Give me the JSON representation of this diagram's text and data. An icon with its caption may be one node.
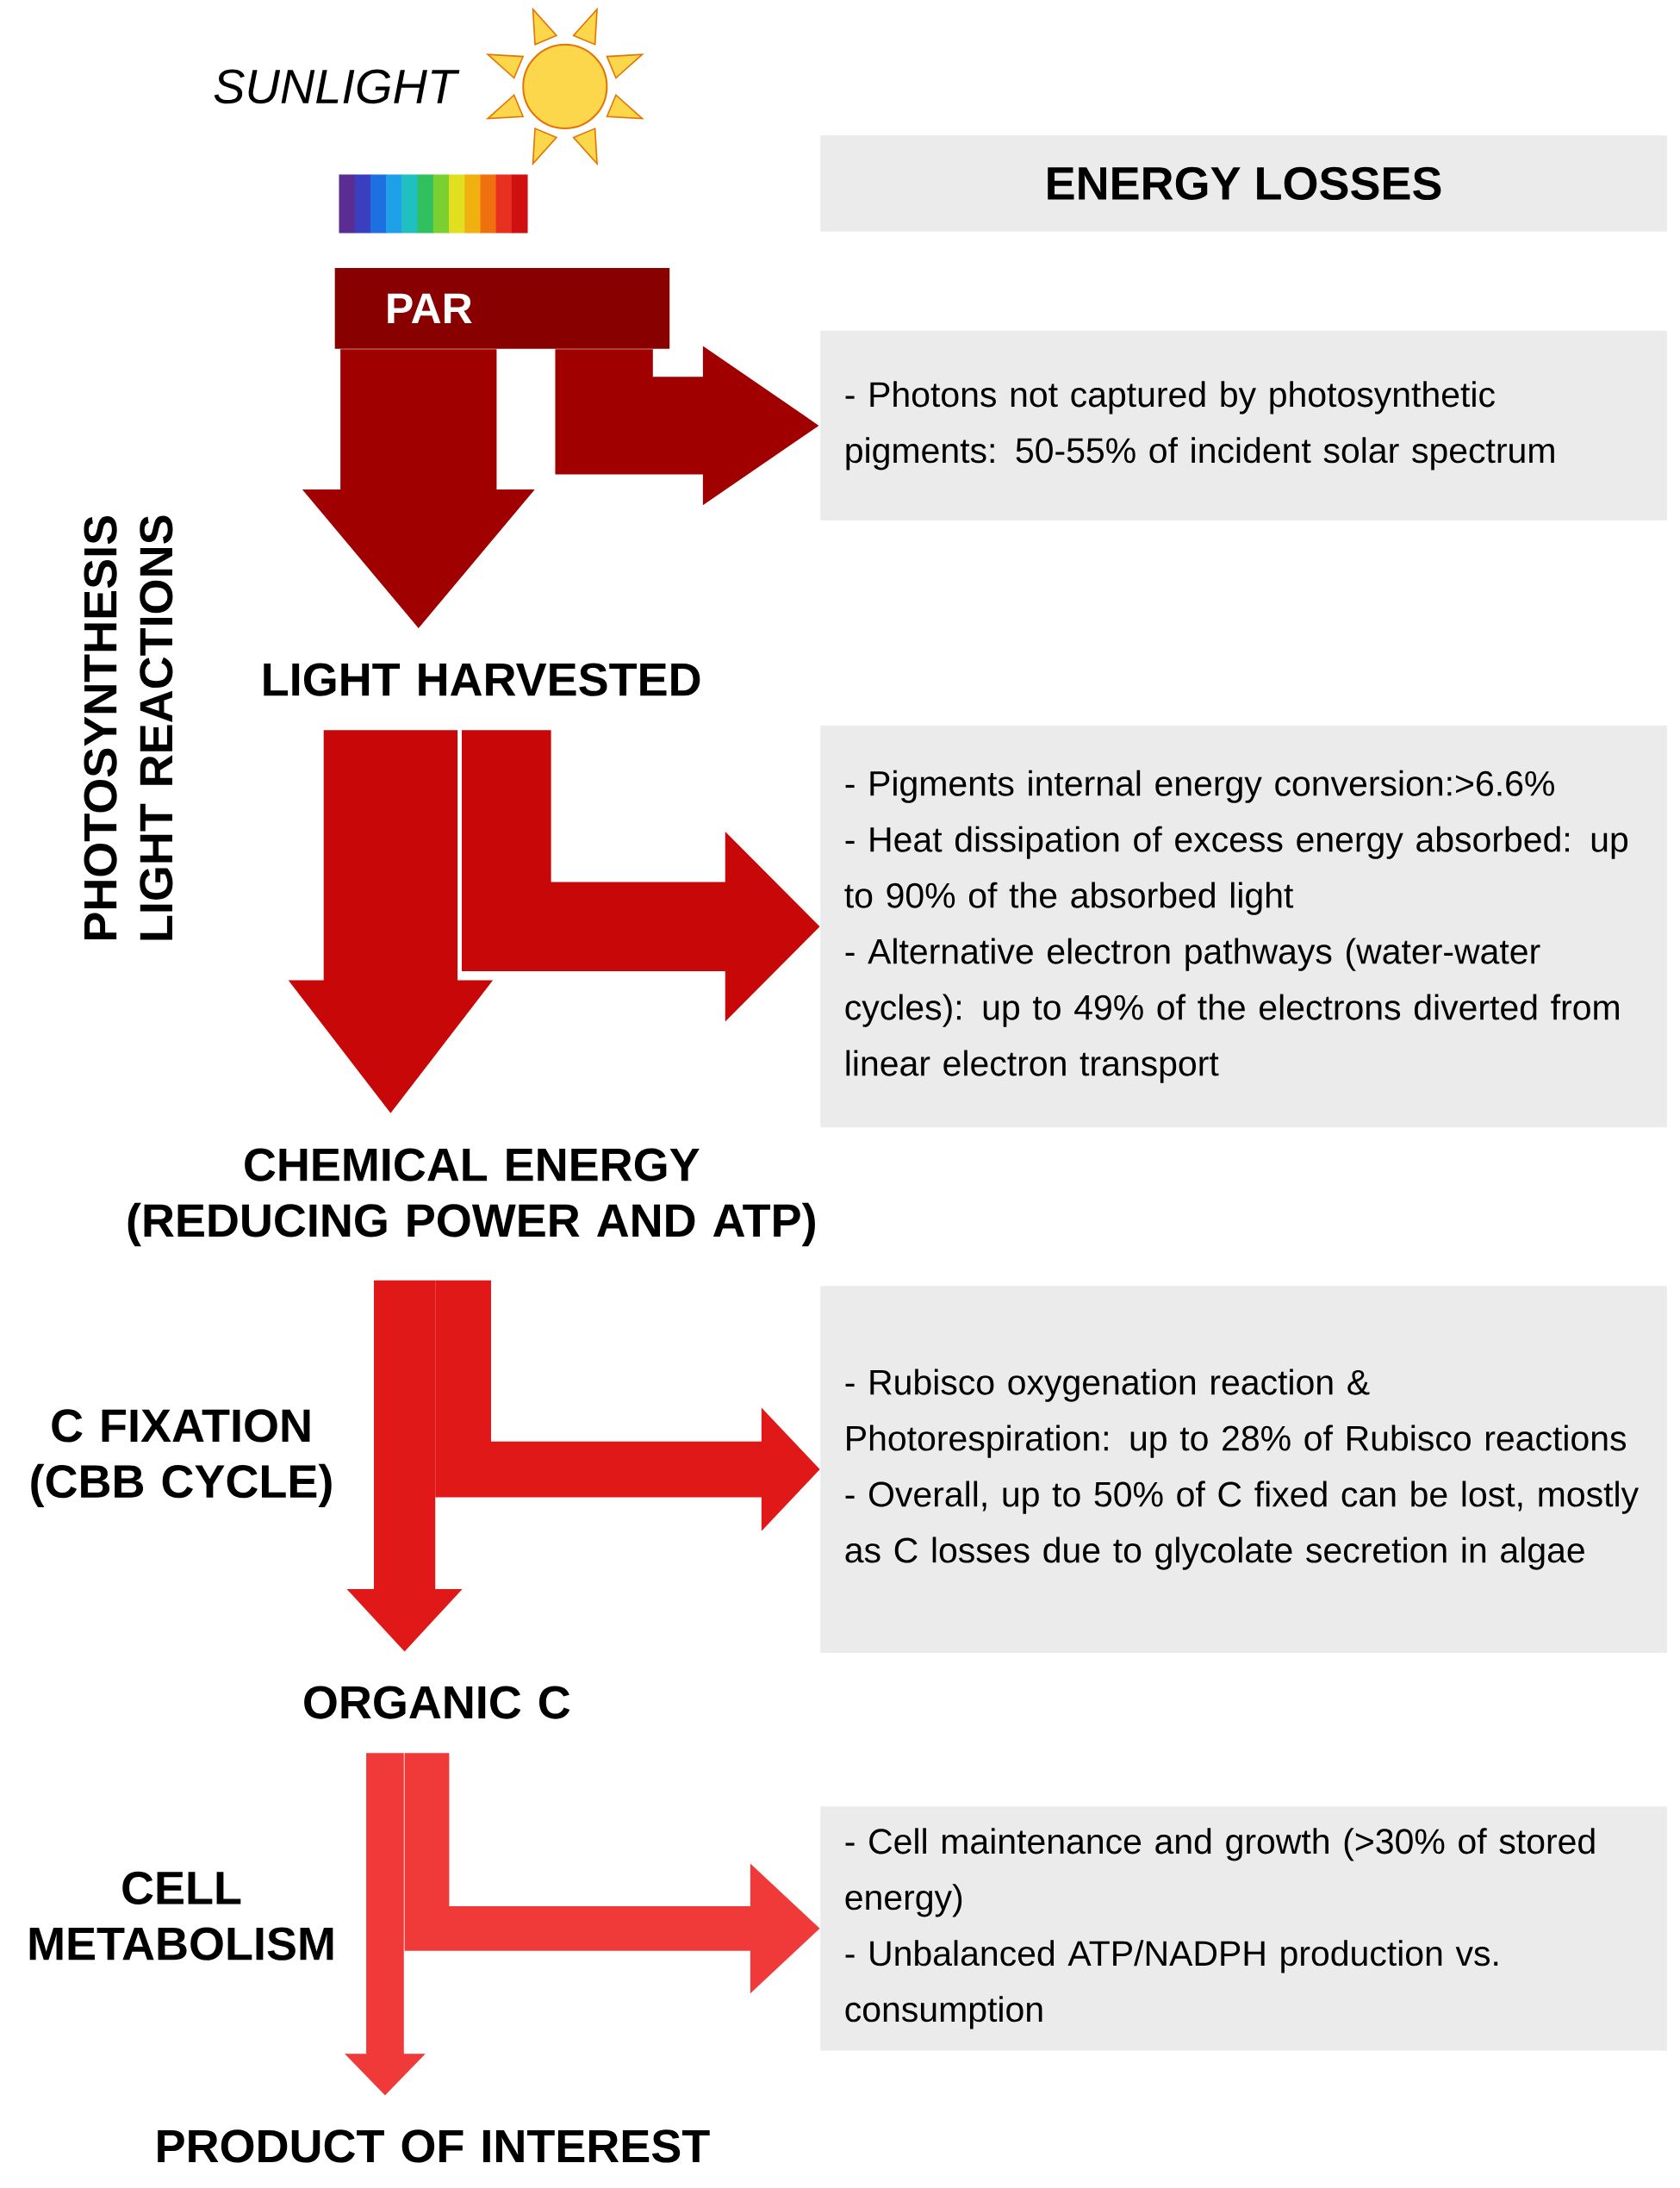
{
  "diagram": {
    "nodes": [
      {
        "text": [
          "ENERGY LOSSES"
        ]
      },
      {
        "text": [
          "PAR"
        ]
      },
      {
        "text": [
          "- Photons not captured by photosynthetic pigments: 50-55% of incident solar spectrum"
        ]
      },
      {
        "text": [
          "LIGHT HARVESTED"
        ]
      },
      {
        "text": [
          "- Pigments internal energy conversion:>6.6%",
          "- Heat dissipation of excess energy absorbed: up to 90% of the absorbed light",
          "- Alternative electron pathways (water-water cycles): up to 49% of the electrons diverted from linear electron transport"
        ]
      },
      {
        "text": [
          "CHEMICAL ENERGY (REDUCING POWER AND ATP)"
        ]
      },
      {
        "text": [
          "- Rubisco oxygenation reaction & Photorespiration: up to 28% of Rubisco reactions",
          "- Overall, up to 50% of C fixed can be lost, mostly as C losses due to glycolate secretion in algae"
        ]
      },
      {
        "text": [
          "ORGANIC C"
        ]
      },
      {
        "text": [
          "- Cell maintenance and growth (>30% of stored energy)",
          "- Unbalanced ATP/NADPH production vs. consumption"
        ]
      },
      {
        "text": [
          "PRODUCT OF INTEREST"
        ]
      }
    ],
    "edges": [
      {
        "from": 1,
        "to": 3,
        "arrow": "to",
        "style": "thick",
        "color": "#a00000"
      },
      {
        "from": 1,
        "to": 2,
        "arrow": "to",
        "color": "#a00000"
      },
      {
        "from": 3,
        "to": 5,
        "arrow": "to",
        "style": "thick",
        "color": "#c80808"
      },
      {
        "from": 3,
        "to": 4,
        "arrow": "to",
        "color": "#c80808"
      },
      {
        "from": 5,
        "to": 7,
        "arrow": "to",
        "color": "#e01818"
      },
      {
        "from": 5,
        "to": 6,
        "arrow": "to",
        "color": "#e01818"
      },
      {
        "from": 7,
        "to": 9,
        "arrow": "to",
        "color": "#f03a3a"
      },
      {
        "from": 7,
        "to": 8,
        "arrow": "to",
        "color": "#f03a3a"
      }
    ],
    "labels": [
      "SUNLIGHT",
      "PHOTOSYNTHESIS LIGHT REACTIONS",
      "C FIXATION (CBB CYCLE)",
      "CELL METABOLISM"
    ]
  }
}
